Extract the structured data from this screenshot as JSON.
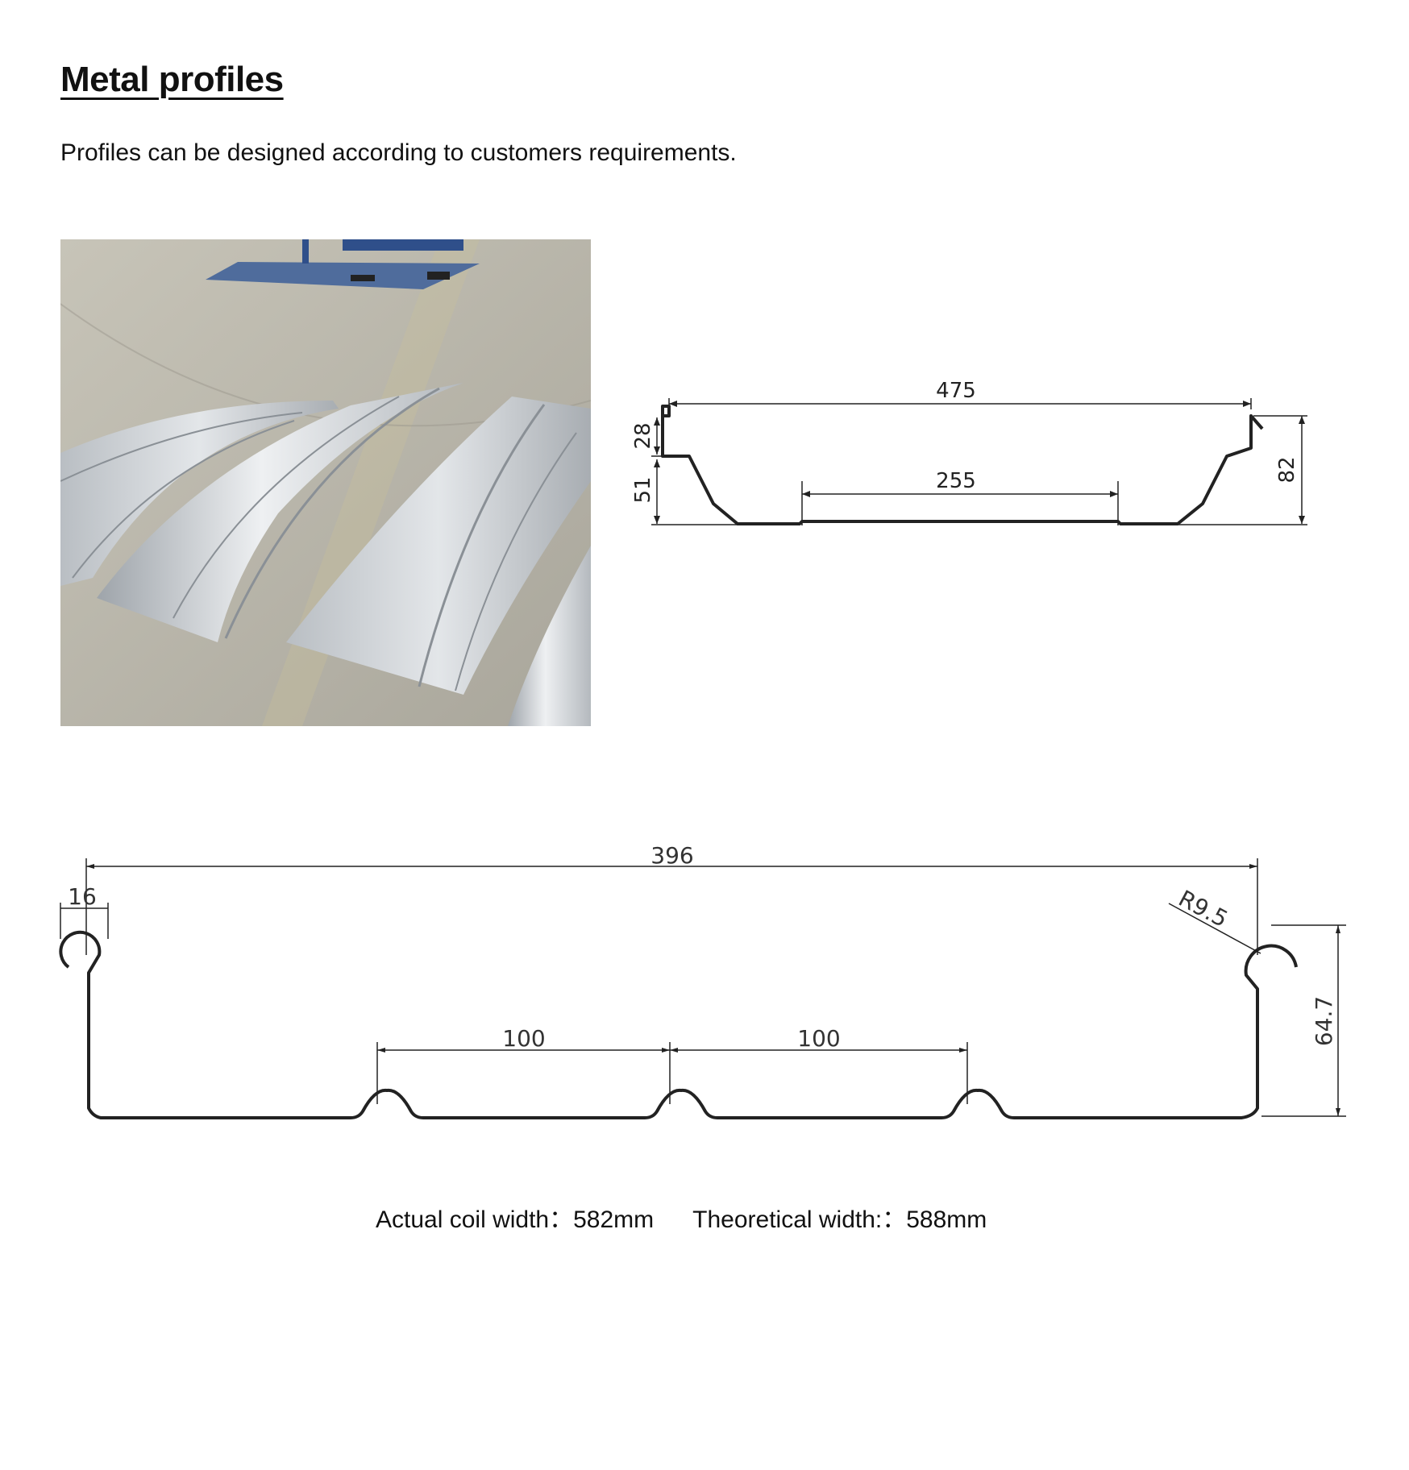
{
  "heading": "Metal profiles",
  "subtitle": "Profiles can be designed according to customers requirements.",
  "photo": {
    "icon": "metal-profile-photo",
    "colors": {
      "floor": "#b9b6aa",
      "metal": "#c9cdd1",
      "mat": "#4f6c9c"
    }
  },
  "profile_a": {
    "dimensions": {
      "overall_width": "475",
      "base_width": "255",
      "lip": "28",
      "rib_depth": "51",
      "total_height": "82"
    }
  },
  "profile_b": {
    "dimensions": {
      "overall_width": "396",
      "hook": "16",
      "radius": "R9.5",
      "height": "64.7",
      "spacing_1": "100",
      "spacing_2": "100"
    }
  },
  "footer": {
    "actual_coil_width": "Actual coil width：582mm",
    "theoretical_width": "Theoretical width:：588mm"
  }
}
